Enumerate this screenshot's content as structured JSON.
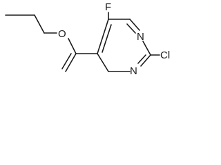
{
  "molecule": {
    "atoms": {
      "fluorine": "F",
      "nitrogen_1": "N",
      "nitrogen_3": "N",
      "chlorine": "Cl",
      "oxygen": "O"
    }
  }
}
